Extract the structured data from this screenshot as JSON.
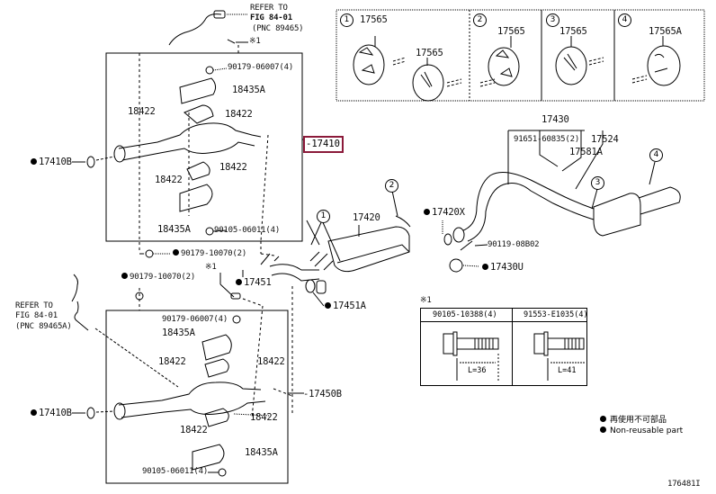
{
  "diagram": {
    "title_ref_top": {
      "line1": "REFER TO",
      "line2": "FIG 84-01",
      "line3": "(PNC 89465)"
    },
    "title_ref_bottom": {
      "line1": "REFER TO",
      "line2": "FIG 84-01",
      "line3": "(PNC 89465A)"
    },
    "note_mark": "※1",
    "highlighted_part": "-17410",
    "inset_panels": [
      {
        "index": "1",
        "labels": [
          "17565",
          "17565"
        ]
      },
      {
        "index": "2",
        "labels": [
          "17565"
        ]
      },
      {
        "index": "3",
        "labels": [
          "17565"
        ]
      },
      {
        "index": "4",
        "labels": [
          "17565A"
        ]
      }
    ],
    "upper_assembly": {
      "bolt_top": "90179-06007(4)",
      "heat_insulator_top": "18435A",
      "bracket_left": "18422",
      "bracket_right": "18422",
      "bracket_lower_right": "18422",
      "bracket_lower_left": "18422",
      "heat_insulator_bottom": "18435A",
      "bolt_bottom": "90105-06011(4)",
      "gasket": "17410B"
    },
    "middle": {
      "nut_top": "90179-10070(2)",
      "nut_left": "90179-10070(2)",
      "gasket_17451": "17451",
      "gasket_17451a": "17451A",
      "muffler": "17420",
      "gasket_17420x": "17420X",
      "bolt_90119": "90119-08B02",
      "clamp": "17430U",
      "callout_1": "1",
      "callout_2": "2",
      "callout_3": "3",
      "callout_4": "4"
    },
    "tailpipe": {
      "assembly": "17430",
      "bolt": "91651-60835(2)",
      "part_17524": "17524",
      "part_17581a": "17581A"
    },
    "lower_assembly": {
      "bolt_top": "90179-06007(4)",
      "heat_insulator_top": "18435A",
      "bracket_left": "18422",
      "bracket_right": "18422",
      "bracket_lower_right": "18422",
      "bracket_lower_left": "18422",
      "heat_insulator_bottom": "18435A",
      "bolt_bottom": "90105-06011(4)",
      "gasket": "17410B",
      "assembly": "-17450B"
    },
    "spec_table": {
      "mark": "※1",
      "columns": [
        {
          "part": "90105-10388(4)",
          "length": "L=36"
        },
        {
          "part": "91553-E1035(4)",
          "length": "L=41"
        }
      ]
    },
    "legend": {
      "item_jp": "再使用不可部品",
      "item_en": "Non-reusable part"
    },
    "figure_id": "176481I"
  }
}
